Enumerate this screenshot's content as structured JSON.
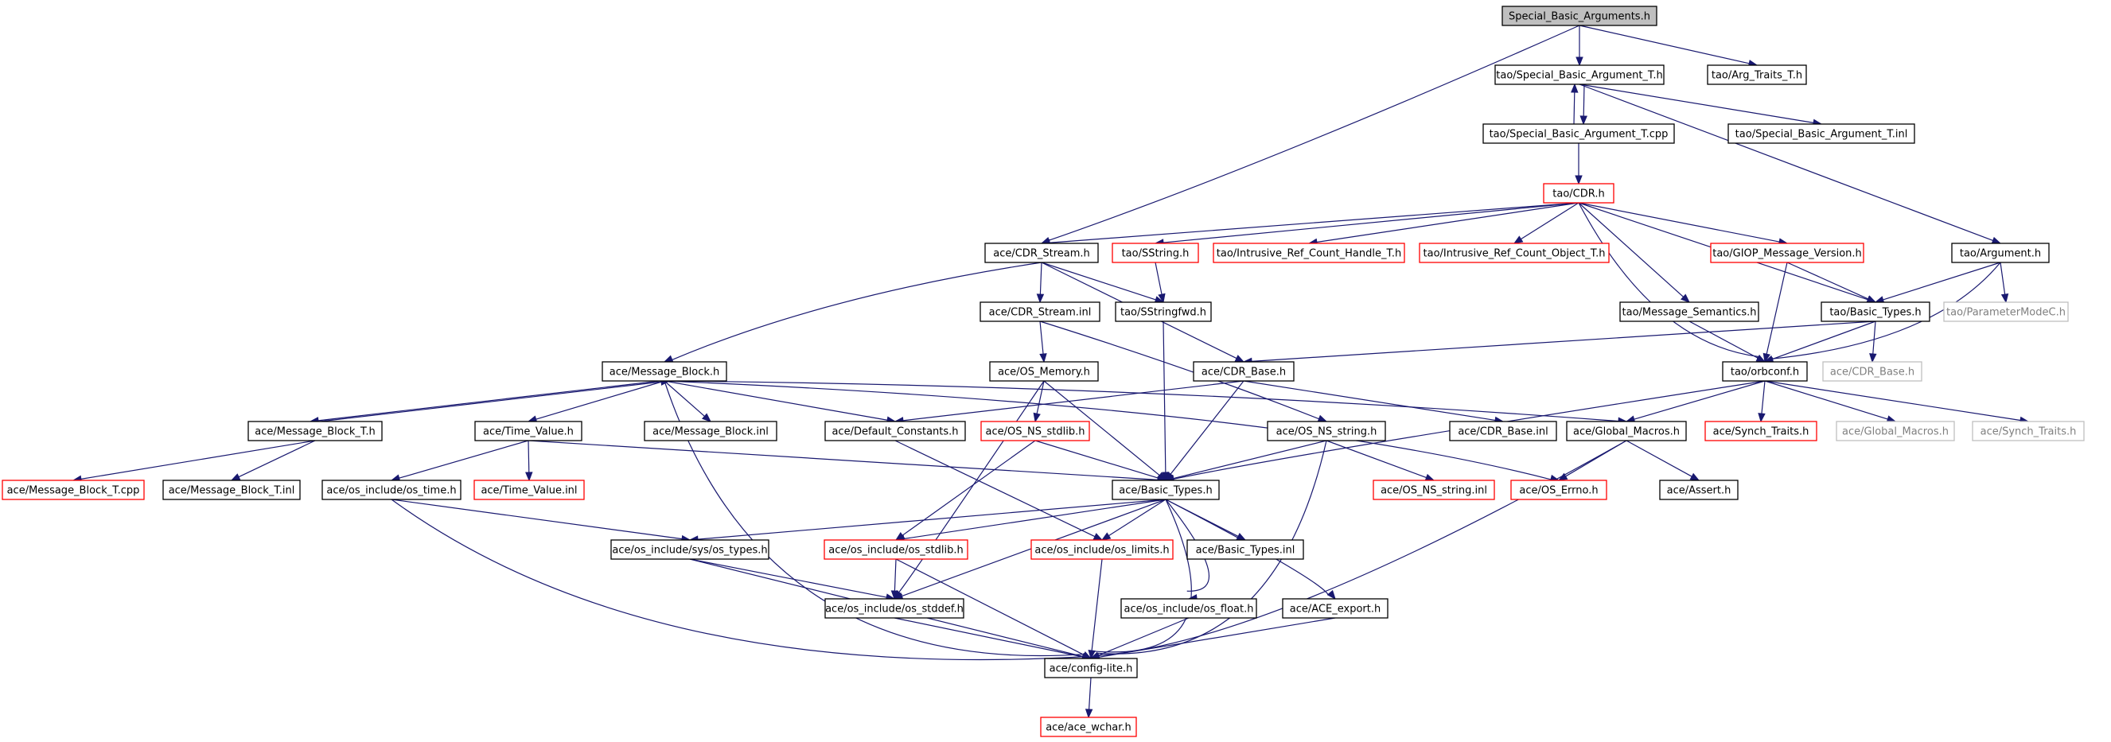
{
  "diagram": {
    "nodes": [
      {
        "id": "root",
        "label": "Special_Basic_Arguments.h",
        "style": "root"
      },
      {
        "id": "sbat_h",
        "label": "tao/Special_Basic_Argument_T.h",
        "style": "normal"
      },
      {
        "id": "argtraits",
        "label": "tao/Arg_Traits_T.h",
        "style": "normal"
      },
      {
        "id": "sbat_cpp",
        "label": "tao/Special_Basic_Argument_T.cpp",
        "style": "normal"
      },
      {
        "id": "sbat_inl",
        "label": "tao/Special_Basic_Argument_T.inl",
        "style": "normal"
      },
      {
        "id": "tao_cdr",
        "label": "tao/CDR.h",
        "style": "red"
      },
      {
        "id": "ace_cdrstream",
        "label": "ace/CDR_Stream.h",
        "style": "normal"
      },
      {
        "id": "tao_sstring",
        "label": "tao/SString.h",
        "style": "red"
      },
      {
        "id": "tao_irch",
        "label": "tao/Intrusive_Ref_Count_Handle_T.h",
        "style": "red"
      },
      {
        "id": "tao_irco",
        "label": "tao/Intrusive_Ref_Count_Object_T.h",
        "style": "red"
      },
      {
        "id": "tao_giop",
        "label": "tao/GIOP_Message_Version.h",
        "style": "red"
      },
      {
        "id": "tao_argument",
        "label": "tao/Argument.h",
        "style": "normal"
      },
      {
        "id": "ace_cdrstreaminl",
        "label": "ace/CDR_Stream.inl",
        "style": "normal"
      },
      {
        "id": "tao_sstringfwd",
        "label": "tao/SStringfwd.h",
        "style": "normal"
      },
      {
        "id": "tao_msgsem",
        "label": "tao/Message_Semantics.h",
        "style": "normal"
      },
      {
        "id": "tao_basictypes",
        "label": "tao/Basic_Types.h",
        "style": "normal"
      },
      {
        "id": "tao_parammode",
        "label": "tao/ParameterModeC.h",
        "style": "gray"
      },
      {
        "id": "ace_msgblock",
        "label": "ace/Message_Block.h",
        "style": "normal"
      },
      {
        "id": "ace_osmemory",
        "label": "ace/OS_Memory.h",
        "style": "normal"
      },
      {
        "id": "ace_cdrbase",
        "label": "ace/CDR_Base.h",
        "style": "normal"
      },
      {
        "id": "tao_orbconf",
        "label": "tao/orbconf.h",
        "style": "normal"
      },
      {
        "id": "ace_cdrbase_gray",
        "label": "ace/CDR_Base.h",
        "style": "gray"
      },
      {
        "id": "ace_msgblockt",
        "label": "ace/Message_Block_T.h",
        "style": "normal"
      },
      {
        "id": "ace_timevalue",
        "label": "ace/Time_Value.h",
        "style": "normal"
      },
      {
        "id": "ace_msgblockinl",
        "label": "ace/Message_Block.inl",
        "style": "normal"
      },
      {
        "id": "ace_defconst",
        "label": "ace/Default_Constants.h",
        "style": "normal"
      },
      {
        "id": "ace_osnsstdlib",
        "label": "ace/OS_NS_stdlib.h",
        "style": "red"
      },
      {
        "id": "ace_osnsstring",
        "label": "ace/OS_NS_string.h",
        "style": "normal"
      },
      {
        "id": "ace_cdrbaseinl",
        "label": "ace/CDR_Base.inl",
        "style": "normal"
      },
      {
        "id": "ace_globalmacros",
        "label": "ace/Global_Macros.h",
        "style": "normal"
      },
      {
        "id": "tao_synchtraits",
        "label": "ace/Synch_Traits.h",
        "style": "red"
      },
      {
        "id": "ace_globalmacros_gray",
        "label": "ace/Global_Macros.h",
        "style": "gray"
      },
      {
        "id": "ace_synchtraits_gray",
        "label": "ace/Synch_Traits.h",
        "style": "gray"
      },
      {
        "id": "ace_msgblocktcpp",
        "label": "ace/Message_Block_T.cpp",
        "style": "red"
      },
      {
        "id": "ace_msgblocktinl",
        "label": "ace/Message_Block_T.inl",
        "style": "normal"
      },
      {
        "id": "ace_ostime",
        "label": "ace/os_include/os_time.h",
        "style": "normal"
      },
      {
        "id": "ace_timevalueinl",
        "label": "ace/Time_Value.inl",
        "style": "red"
      },
      {
        "id": "ace_basictypes",
        "label": "ace/Basic_Types.h",
        "style": "normal"
      },
      {
        "id": "ace_osnsstringinl",
        "label": "ace/OS_NS_string.inl",
        "style": "red"
      },
      {
        "id": "ace_oserrno",
        "label": "ace/OS_Errno.h",
        "style": "red"
      },
      {
        "id": "ace_assert",
        "label": "ace/Assert.h",
        "style": "normal"
      },
      {
        "id": "ace_systypes",
        "label": "ace/os_include/sys/os_types.h",
        "style": "normal"
      },
      {
        "id": "ace_osstdlib",
        "label": "ace/os_include/os_stdlib.h",
        "style": "red"
      },
      {
        "id": "ace_oslimits",
        "label": "ace/os_include/os_limits.h",
        "style": "red"
      },
      {
        "id": "ace_basictypesinl",
        "label": "ace/Basic_Types.inl",
        "style": "normal"
      },
      {
        "id": "ace_osstddef",
        "label": "ace/os_include/os_stddef.h",
        "style": "normal"
      },
      {
        "id": "ace_osfloat",
        "label": "ace/os_include/os_float.h",
        "style": "normal"
      },
      {
        "id": "ace_aceexport",
        "label": "ace/ACE_export.h",
        "style": "normal"
      },
      {
        "id": "ace_configlite",
        "label": "ace/config-lite.h",
        "style": "normal"
      },
      {
        "id": "ace_wchar",
        "label": "ace/ace_wchar.h",
        "style": "red"
      }
    ],
    "edges": [
      [
        "root",
        "sbat_h"
      ],
      [
        "root",
        "argtraits"
      ],
      [
        "root",
        "ace_cdrstream"
      ],
      [
        "sbat_h",
        "sbat_cpp"
      ],
      [
        "sbat_cpp",
        "sbat_h"
      ],
      [
        "sbat_h",
        "sbat_inl"
      ],
      [
        "sbat_h",
        "tao_argument"
      ],
      [
        "sbat_cpp",
        "tao_cdr"
      ],
      [
        "tao_cdr",
        "ace_cdrstream"
      ],
      [
        "tao_cdr",
        "tao_sstring"
      ],
      [
        "tao_cdr",
        "tao_irch"
      ],
      [
        "tao_cdr",
        "tao_irco"
      ],
      [
        "tao_cdr",
        "tao_giop"
      ],
      [
        "tao_cdr",
        "tao_msgsem"
      ],
      [
        "tao_cdr",
        "tao_basictypes"
      ],
      [
        "tao_cdr",
        "tao_orbconf"
      ],
      [
        "tao_argument",
        "tao_basictypes"
      ],
      [
        "tao_argument",
        "tao_parammode"
      ],
      [
        "tao_argument",
        "tao_orbconf"
      ],
      [
        "tao_giop",
        "tao_basictypes"
      ],
      [
        "tao_giop",
        "tao_orbconf"
      ],
      [
        "tao_sstring",
        "tao_sstringfwd"
      ],
      [
        "tao_sstringfwd",
        "ace_basictypes"
      ],
      [
        "tao_msgsem",
        "tao_orbconf"
      ],
      [
        "tao_basictypes",
        "tao_orbconf"
      ],
      [
        "tao_basictypes",
        "ace_cdrbase_gray"
      ],
      [
        "tao_basictypes",
        "ace_cdrbase"
      ],
      [
        "ace_cdrstream",
        "ace_cdrstreaminl"
      ],
      [
        "ace_cdrstream",
        "tao_sstringfwd"
      ],
      [
        "ace_cdrstream",
        "ace_cdrbase"
      ],
      [
        "ace_cdrstream",
        "ace_msgblock"
      ],
      [
        "ace_cdrstreaminl",
        "ace_osmemory"
      ],
      [
        "ace_cdrstreaminl",
        "ace_osnsstring"
      ],
      [
        "tao_orbconf",
        "tao_synchtraits"
      ],
      [
        "tao_orbconf",
        "ace_globalmacros_gray"
      ],
      [
        "tao_orbconf",
        "ace_synchtraits_gray"
      ],
      [
        "tao_orbconf",
        "ace_globalmacros"
      ],
      [
        "tao_orbconf",
        "ace_basictypes"
      ],
      [
        "ace_msgblock",
        "ace_msgblockt"
      ],
      [
        "ace_msgblockt",
        "ace_msgblock"
      ],
      [
        "ace_msgblock",
        "ace_timevalue"
      ],
      [
        "ace_msgblock",
        "ace_msgblockinl"
      ],
      [
        "ace_msgblock",
        "ace_defconst"
      ],
      [
        "ace_msgblock",
        "ace_globalmacros"
      ],
      [
        "ace_msgblock",
        "ace_oserrno"
      ],
      [
        "ace_msgblock",
        "ace_configlite"
      ],
      [
        "ace_msgblockt",
        "ace_msgblocktcpp"
      ],
      [
        "ace_msgblockt",
        "ace_msgblocktinl"
      ],
      [
        "ace_timevalue",
        "ace_ostime"
      ],
      [
        "ace_timevalue",
        "ace_timevalueinl"
      ],
      [
        "ace_timevalue",
        "ace_basictypes"
      ],
      [
        "ace_osmemory",
        "ace_osnsstdlib"
      ],
      [
        "ace_osmemory",
        "ace_basictypes"
      ],
      [
        "ace_osmemory",
        "ace_osstddef"
      ],
      [
        "ace_cdrbase",
        "ace_defconst"
      ],
      [
        "ace_cdrbase",
        "ace_basictypes"
      ],
      [
        "ace_cdrbase",
        "ace_cdrbaseinl"
      ],
      [
        "ace_defconst",
        "ace_oslimits"
      ],
      [
        "ace_osnsstdlib",
        "ace_basictypes"
      ],
      [
        "ace_osnsstdlib",
        "ace_osstdlib"
      ],
      [
        "ace_osnsstring",
        "ace_basictypes"
      ],
      [
        "ace_osnsstring",
        "ace_osnsstringinl"
      ],
      [
        "ace_osnsstring",
        "ace_configlite"
      ],
      [
        "ace_globalmacros",
        "ace_oserrno"
      ],
      [
        "ace_globalmacros",
        "ace_assert"
      ],
      [
        "ace_globalmacros",
        "ace_configlite"
      ],
      [
        "ace_ostime",
        "ace_systypes"
      ],
      [
        "ace_ostime",
        "ace_configlite"
      ],
      [
        "ace_basictypes",
        "ace_systypes"
      ],
      [
        "ace_basictypes",
        "ace_osstdlib"
      ],
      [
        "ace_basictypes",
        "ace_oslimits"
      ],
      [
        "ace_basictypes",
        "ace_basictypesinl"
      ],
      [
        "ace_basictypes",
        "ace_osfloat"
      ],
      [
        "ace_basictypes",
        "ace_aceexport"
      ],
      [
        "ace_basictypes",
        "ace_osstddef"
      ],
      [
        "ace_basictypes",
        "ace_configlite"
      ],
      [
        "ace_systypes",
        "ace_osstddef"
      ],
      [
        "ace_systypes",
        "ace_configlite"
      ],
      [
        "ace_osstdlib",
        "ace_osstddef"
      ],
      [
        "ace_osstdlib",
        "ace_configlite"
      ],
      [
        "ace_oslimits",
        "ace_configlite"
      ],
      [
        "ace_osstddef",
        "ace_configlite"
      ],
      [
        "ace_osfloat",
        "ace_configlite"
      ],
      [
        "ace_aceexport",
        "ace_configlite"
      ],
      [
        "ace_configlite",
        "ace_wchar"
      ]
    ]
  }
}
